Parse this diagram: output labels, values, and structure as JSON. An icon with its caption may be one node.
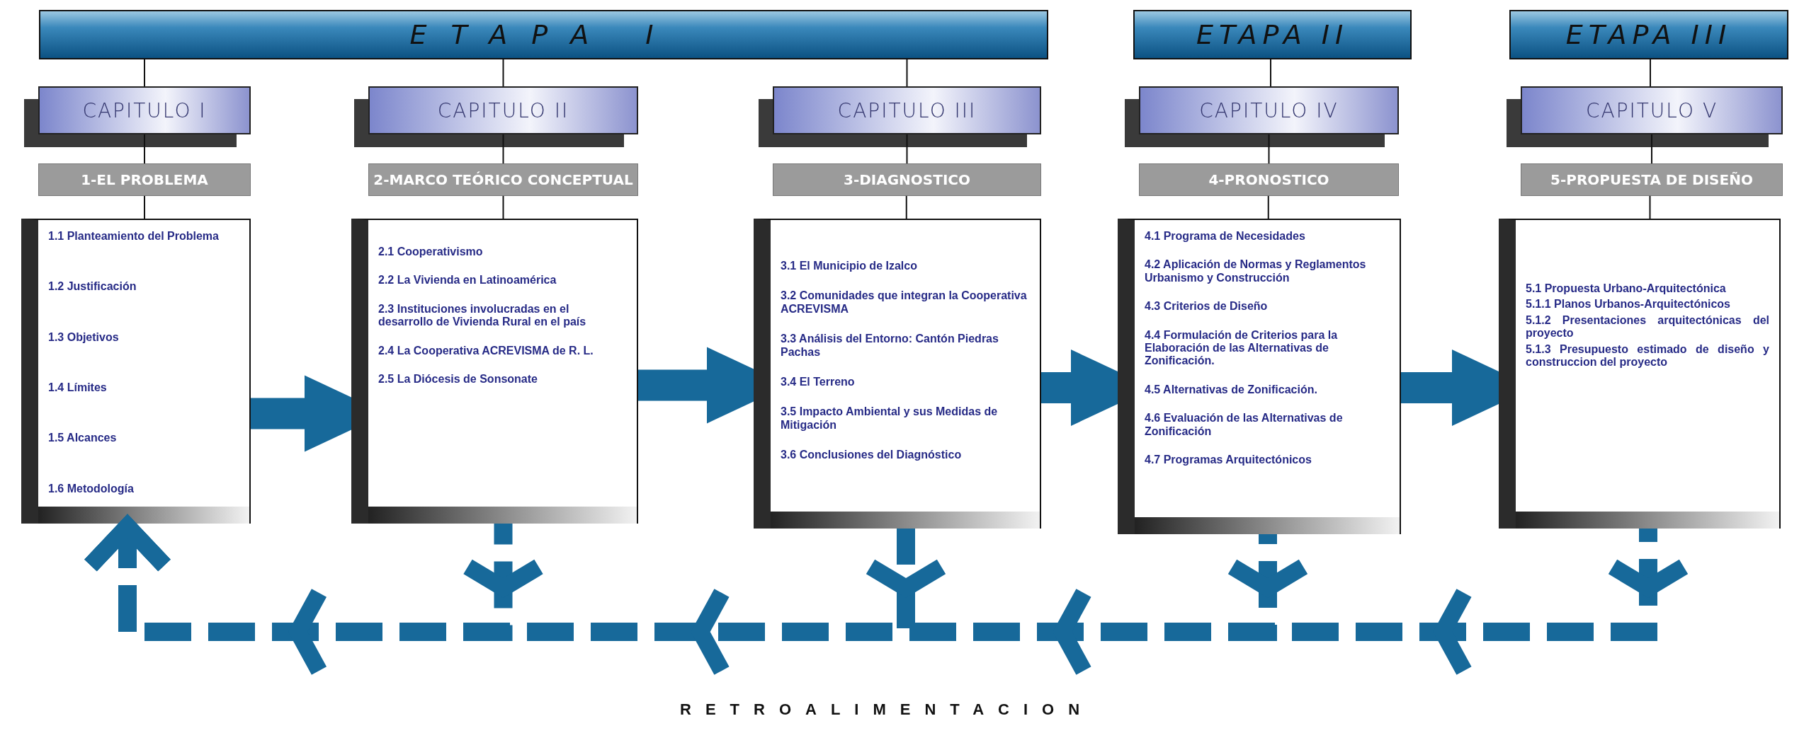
{
  "diagram": {
    "nodes": [
      {
        "text": [
          "ETAPA I"
        ]
      },
      {
        "text": [
          "ETAPA II"
        ]
      },
      {
        "text": [
          "ETAPA III"
        ]
      },
      {
        "text": [
          "CAPITULO I"
        ]
      },
      {
        "text": [
          "CAPITULO II"
        ]
      },
      {
        "text": [
          "CAPITULO III"
        ]
      },
      {
        "text": [
          "CAPITULO IV"
        ]
      },
      {
        "text": [
          "CAPITULO V"
        ]
      },
      {
        "text": [
          "1-EL PROBLEMA"
        ]
      },
      {
        "text": [
          "2-MARCO TEÓRICO CONCEPTUAL"
        ]
      },
      {
        "text": [
          "3-DIAGNOSTICO"
        ]
      },
      {
        "text": [
          "4-PRONOSTICO"
        ]
      },
      {
        "text": [
          "5-PROPUESTA DE DISEÑO"
        ]
      },
      {
        "text": [
          "1.1 Planteamiento del Problema",
          "1.2 Justificación",
          "1.3 Objetivos",
          "1.4 Límites",
          "1.5 Alcances",
          "1.6 Metodología"
        ]
      },
      {
        "text": [
          "2.1 Cooperativismo",
          "2.2 La Vivienda en Latinoamérica",
          "2.3 Instituciones involucradas en el desarrollo de Vivienda Rural en el país",
          "2.4 La Cooperativa ACREVISMA de R. L.",
          "2.5 La Diócesis de Sonsonate"
        ]
      },
      {
        "text": [
          "3.1 El Municipio de Izalco",
          "3.2 Comunidades que integran la Cooperativa ACREVISMA",
          "3.3 Análisis del Entorno: Cantón Piedras Pachas",
          "3.4 El Terreno",
          "3.5 Impacto Ambiental y sus Medidas de Mitigación",
          "3.6 Conclusiones del Diagnóstico"
        ]
      },
      {
        "text": [
          "4.1 Programa de Necesidades",
          "4.2 Aplicación de Normas y Reglamentos Urbanismo y Construcción",
          "4.3 Criterios de Diseño",
          "4.4 Formulación de Criterios para la Elaboración de las Alternativas de Zonificación.",
          "4.5 Alternativas de Zonificación.",
          "4.6 Evaluación de las Alternativas de Zonificación",
          "4.7 Programas Arquitectónicos"
        ]
      },
      {
        "text": [
          "5.1 Propuesta Urbano-Arquitectónica",
          "5.1.1 Planos Urbanos-Arquitectónicos",
          "5.1.2 Presentaciones arquitectónicas del proyecto",
          "5.1.3 Presupuesto estimado de diseño y construccion del proyecto"
        ]
      }
    ],
    "edges": [
      {
        "from": 0,
        "to": 3,
        "arrow": "none"
      },
      {
        "from": 0,
        "to": 4,
        "arrow": "none"
      },
      {
        "from": 0,
        "to": 5,
        "arrow": "none"
      },
      {
        "from": 1,
        "to": 6,
        "arrow": "none"
      },
      {
        "from": 2,
        "to": 7,
        "arrow": "none"
      },
      {
        "from": 3,
        "to": 8,
        "arrow": "none"
      },
      {
        "from": 4,
        "to": 9,
        "arrow": "none"
      },
      {
        "from": 5,
        "to": 10,
        "arrow": "none"
      },
      {
        "from": 6,
        "to": 11,
        "arrow": "none"
      },
      {
        "from": 7,
        "to": 12,
        "arrow": "none"
      },
      {
        "from": 8,
        "to": 13,
        "arrow": "none"
      },
      {
        "from": 9,
        "to": 14,
        "arrow": "none"
      },
      {
        "from": 10,
        "to": 15,
        "arrow": "none"
      },
      {
        "from": 11,
        "to": 16,
        "arrow": "none"
      },
      {
        "from": 12,
        "to": 17,
        "arrow": "none"
      },
      {
        "from": 13,
        "to": 14,
        "arrow": "to",
        "style": "thick",
        "color": "#17699a"
      },
      {
        "from": 14,
        "to": 15,
        "arrow": "to",
        "style": "thick",
        "color": "#17699a"
      },
      {
        "from": 15,
        "to": 16,
        "arrow": "to",
        "style": "thick",
        "color": "#17699a"
      },
      {
        "from": 16,
        "to": 17,
        "arrow": "to",
        "style": "thick",
        "color": "#17699a"
      },
      {
        "from": 14,
        "to": 13,
        "arrow": "to",
        "style": "dashed",
        "color": "#17699a"
      },
      {
        "from": 15,
        "to": 13,
        "arrow": "to",
        "style": "dashed",
        "color": "#17699a"
      },
      {
        "from": 16,
        "to": 13,
        "arrow": "to",
        "style": "dashed",
        "color": "#17699a"
      },
      {
        "from": 17,
        "to": 13,
        "arrow": "to",
        "style": "dashed",
        "color": "#17699a"
      }
    ],
    "labels": [
      "RETROALIMENTACION"
    ]
  }
}
